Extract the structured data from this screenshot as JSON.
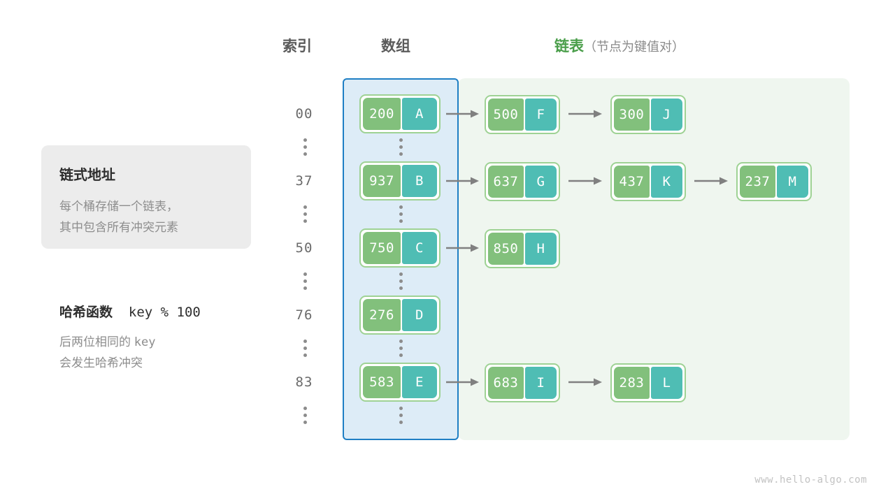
{
  "headers": {
    "index": "索引",
    "array": "数组",
    "list_main": "链表",
    "list_sub": "（节点为键值对）"
  },
  "info_card": {
    "title": "链式地址",
    "line1": "每个桶存储一个链表，",
    "line2": "其中包含所有冲突元素"
  },
  "hash_note": {
    "title_label": "哈希函数",
    "title_code": "key % 100",
    "line1_a": "后两位相同的",
    "line1_b": "key",
    "line2": "会发生哈希冲突"
  },
  "colors": {
    "array_region_fill": "#ddecf7",
    "array_region_border": "#1f7fc4",
    "list_region_fill": "#eff6ef",
    "node_border": "#9ed294",
    "key_cell": "#82c07c",
    "value_cell": "#4fbdb4",
    "arrow": "#808080",
    "header_text": "#5b5b5b",
    "list_header_text": "#4a9e4a",
    "muted_text": "#8d8d8d"
  },
  "rows": [
    {
      "index": "00",
      "bucket": {
        "key": "200",
        "value": "A"
      },
      "chain": [
        {
          "key": "500",
          "value": "F"
        },
        {
          "key": "300",
          "value": "J"
        }
      ]
    },
    {
      "index": "37",
      "bucket": {
        "key": "937",
        "value": "B"
      },
      "chain": [
        {
          "key": "637",
          "value": "G"
        },
        {
          "key": "437",
          "value": "K"
        },
        {
          "key": "237",
          "value": "M"
        }
      ]
    },
    {
      "index": "50",
      "bucket": {
        "key": "750",
        "value": "C"
      },
      "chain": [
        {
          "key": "850",
          "value": "H"
        }
      ]
    },
    {
      "index": "76",
      "bucket": {
        "key": "276",
        "value": "D"
      },
      "chain": []
    },
    {
      "index": "83",
      "bucket": {
        "key": "583",
        "value": "E"
      },
      "chain": [
        {
          "key": "683",
          "value": "I"
        },
        {
          "key": "283",
          "value": "L"
        }
      ]
    }
  ],
  "ellipsis_glyph": "⋮",
  "watermark": "www.hello-algo.com"
}
